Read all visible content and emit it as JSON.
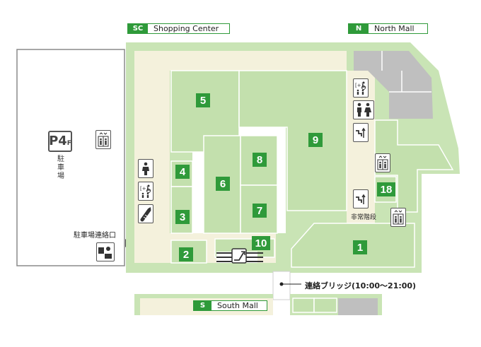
{
  "colors": {
    "outer_green": "#c9e4b5",
    "store_green": "#c3e0ad",
    "corridor": "#f4f1dc",
    "store_number_bg": "#2f9a3a",
    "gray_area": "#bfbfbf",
    "outline": "#8a8a8a"
  },
  "labels": {
    "shopping_center": {
      "tag": "SC",
      "name": "Shopping Center"
    },
    "north_mall": {
      "tag": "N",
      "name": "North Mall"
    },
    "south_mall": {
      "tag": "S",
      "name": "South Mall"
    }
  },
  "parking": {
    "badge_main": "P4",
    "badge_sub": "F",
    "name": "駐車場",
    "entrance_label": "駐車場連絡口"
  },
  "emergency_stairs_label": "非常階段",
  "bridge_label": "連絡ブリッジ(10:00〜21:00)",
  "stores": [
    "1",
    "2",
    "3",
    "4",
    "5",
    "6",
    "7",
    "8",
    "9",
    "10",
    "18"
  ],
  "icons": [
    "elevator-icon",
    "restroom-icon",
    "accessible-restroom-icon",
    "nursing-room-icon",
    "escalator-icon",
    "stairs-icon",
    "information-icon"
  ]
}
